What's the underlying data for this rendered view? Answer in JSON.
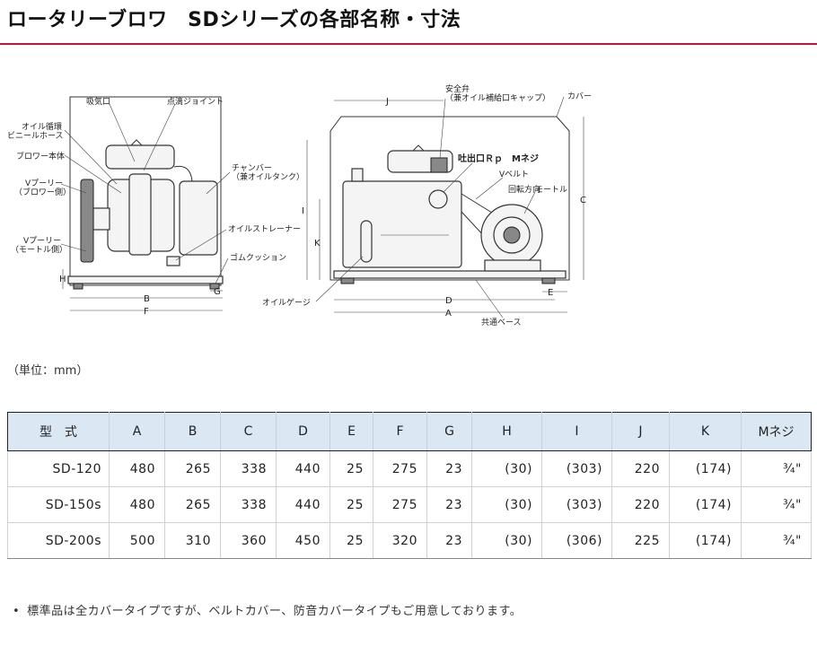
{
  "title": "ロータリーブロワ　SDシリーズの各部名称・寸法",
  "figure": {
    "left_labels": {
      "intake": "吸気口",
      "drip_joint": "点滴ジョイント",
      "oil_hose_1": "オイル循環",
      "oil_hose_2": "ビニールホース",
      "blower_body": "ブロワー本体",
      "v_pulley_blower_1": "Vプーリー",
      "v_pulley_blower_2": "（ブロワー側）",
      "chamber_1": "チャンバー",
      "chamber_2": "（兼オイルタンク）",
      "oil_strainer": "オイルストレーナー",
      "v_pulley_motor_1": "Vプーリー",
      "v_pulley_motor_2": "（モートル側）",
      "rubber_cushion": "ゴムクッション"
    },
    "right_labels": {
      "safety_valve_1": "安全弁",
      "safety_valve_2": "（兼オイル補給口キャップ）",
      "cover": "カバー",
      "outlet": "吐出口Ｒｐ　Mネジ",
      "v_belt": "Vベルト",
      "rotation": "回転方向",
      "motor": "モートル",
      "oil_gauge": "オイルゲージ",
      "common_base": "共通ベース"
    },
    "dimension_letters": {
      "H": "H",
      "B": "B",
      "F": "F",
      "G": "G",
      "J": "J",
      "I": "I",
      "K": "K",
      "C": "C",
      "D": "D",
      "A": "A",
      "E": "E"
    }
  },
  "unit_note": "（単位：mm）",
  "table": {
    "headers": [
      "型　式",
      "A",
      "B",
      "C",
      "D",
      "E",
      "F",
      "G",
      "H",
      "I",
      "J",
      "K",
      "Mネジ"
    ],
    "rows": [
      [
        "SD-120",
        "480",
        "265",
        "338",
        "440",
        "25",
        "275",
        "23",
        "(30)",
        "(303)",
        "220",
        "(174)",
        "¾\""
      ],
      [
        "SD-150s",
        "480",
        "265",
        "338",
        "440",
        "25",
        "275",
        "23",
        "(30)",
        "(303)",
        "220",
        "(174)",
        "¾\""
      ],
      [
        "SD-200s",
        "500",
        "310",
        "360",
        "450",
        "25",
        "320",
        "23",
        "(30)",
        "(306)",
        "225",
        "(174)",
        "¾\""
      ]
    ]
  },
  "note": {
    "bullet": "•",
    "text": "標準品は全カバータイプですが、ベルトカバー、防音カバータイプもご用意しております。"
  }
}
